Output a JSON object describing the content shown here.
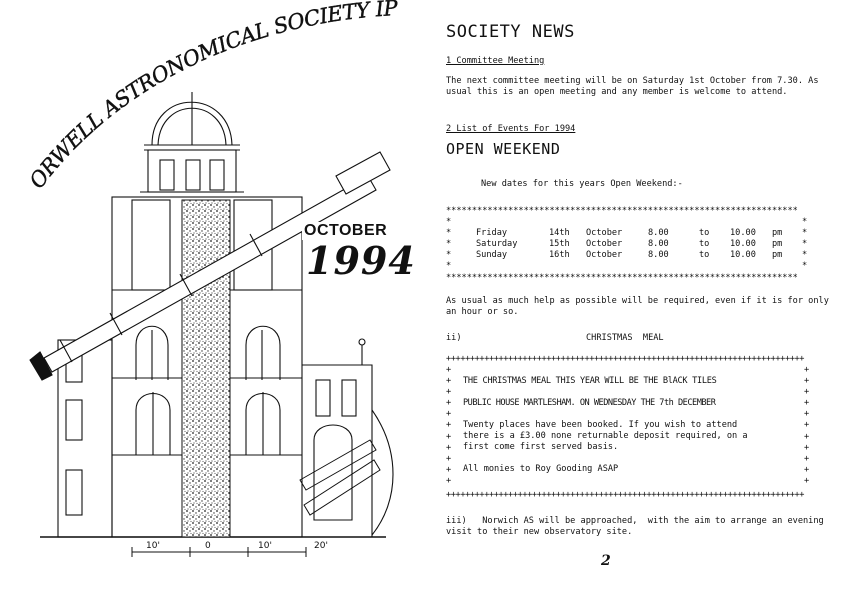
{
  "cover": {
    "society_name": "ORWELL ASTRONOMICAL SOCIETY IPSWICH",
    "month": "OCTOBER",
    "year": "1994",
    "scale_labels": [
      "10'",
      "0",
      "10'",
      "20'"
    ]
  },
  "news": {
    "title": "SOCIETY  NEWS",
    "committee": {
      "heading": "1 Committee  Meeting",
      "body": "The next committee meeting will be on Saturday 1st October from 7.30. As usual this is an open meeting and any member is welcome to attend."
    },
    "events_heading": "2 List of  Events For 1994",
    "open_weekend": {
      "title": "OPEN WEEKEND",
      "intro": "New dates for this years Open Weekend:-",
      "border_row": "********************************************************************",
      "side_char": "*",
      "dates": [
        {
          "day": "Friday",
          "date": "14th",
          "month": "October",
          "start": "8.00",
          "to": "to",
          "end": "10.00",
          "ampm": "pm"
        },
        {
          "day": "Saturday",
          "date": "15th",
          "month": "October",
          "start": "8.00",
          "to": "to",
          "end": "10.00",
          "ampm": "pm"
        },
        {
          "day": "Sunday",
          "date": "16th",
          "month": "October",
          "start": "8.00",
          "to": "to",
          "end": "10.00",
          "ampm": "pm"
        }
      ],
      "note": "As usual as much help as possible will be required, even if it is for only an hour or so."
    },
    "christmas": {
      "num": "ii)",
      "title": "CHRISTMAS  MEAL",
      "border_row": "+++++++++++++++++++++++++++++++++++++++++++++++++++++++++++++++++++++++++++",
      "side_col": "+\n+\n+\n+\n+\n+\n+\n+\n+\n+\n+",
      "line1": "THE CHRISTMAS MEAL  THIS YEAR WILL BE THE BlACK  TILES",
      "line2": "PUBLIC HOUSE  MARTLESHAM. ON WEDNESDAY THE 7th  DECEMBER",
      "line3": "Twenty places have been booked. If you wish to attend",
      "line4": "there is a £3.00 none returnable deposit required, on a",
      "line5": "first come first served basis.",
      "line6": "All monies to Roy  Gooding ASAP"
    },
    "norwich": "iii)   Norwich AS will be approached,  with the aim to arrange an evening visit to their new observatory site.",
    "page_number": "2"
  }
}
